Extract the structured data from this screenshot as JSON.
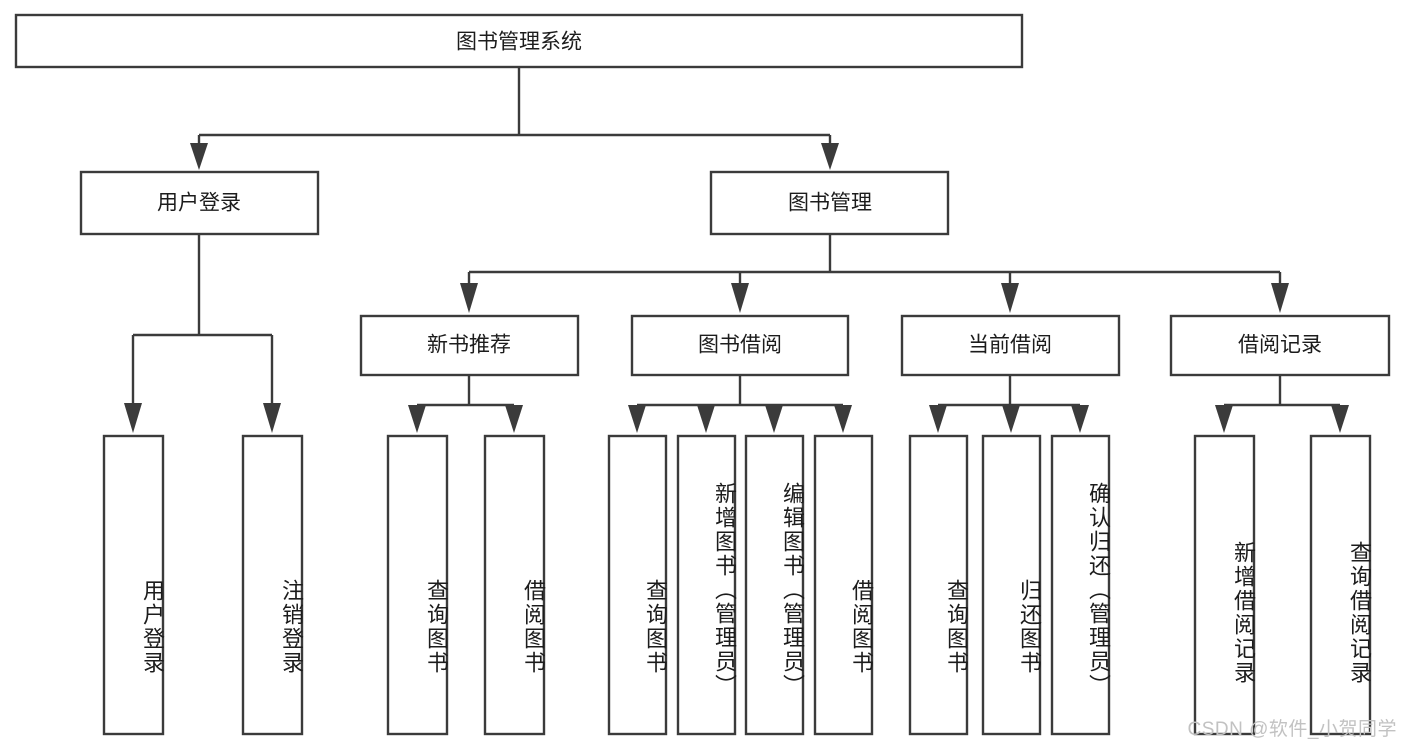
{
  "diagram": {
    "type": "tree",
    "title": "图书管理系统",
    "orientation": "top-down",
    "colors": {
      "box_stroke": "#3b3b3b",
      "box_fill": "#ffffff",
      "connector": "#3b3b3b",
      "text": "#1c1c1c",
      "watermark": "#c2c2c2",
      "background": "#ffffff"
    }
  },
  "root": {
    "label": "图书管理系统"
  },
  "level1": [
    {
      "label": "用户登录"
    },
    {
      "label": "图书管理"
    }
  ],
  "level2": [
    {
      "label": "新书推荐"
    },
    {
      "label": "图书借阅"
    },
    {
      "label": "当前借阅"
    },
    {
      "label": "借阅记录"
    }
  ],
  "leaves": {
    "user_login": [
      {
        "label": "用户登录"
      },
      {
        "label": "注销登录"
      }
    ],
    "new_book_recommend": [
      {
        "label": "查询图书"
      },
      {
        "label": "借阅图书"
      }
    ],
    "book_borrow": [
      {
        "label": "查询图书"
      },
      {
        "label": "新增图书（管理员）"
      },
      {
        "label": "编辑图书（管理员）"
      },
      {
        "label": "借阅图书"
      }
    ],
    "current_borrow": [
      {
        "label": "查询图书"
      },
      {
        "label": "归还图书"
      },
      {
        "label": "确认归还（管理员）"
      }
    ],
    "borrow_record": [
      {
        "label": "新增借阅记录"
      },
      {
        "label": "查询借阅记录"
      }
    ]
  },
  "watermark": {
    "text": "CSDN @软件_小贺同学"
  }
}
